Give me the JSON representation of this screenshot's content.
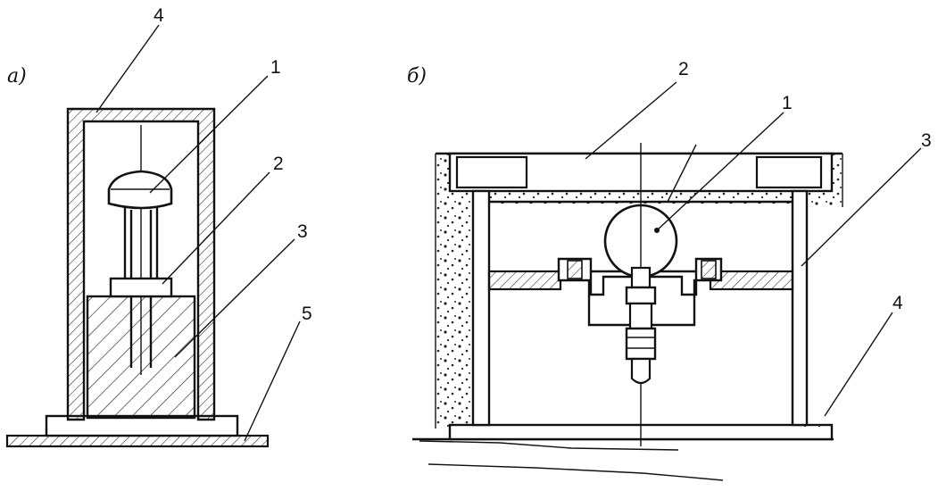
{
  "figure_a": {
    "label": "a)",
    "callouts": [
      "4",
      "1",
      "2",
      "3",
      "5"
    ]
  },
  "figure_b": {
    "label": "б)",
    "callouts": [
      "2",
      "1",
      "3",
      "4"
    ]
  }
}
